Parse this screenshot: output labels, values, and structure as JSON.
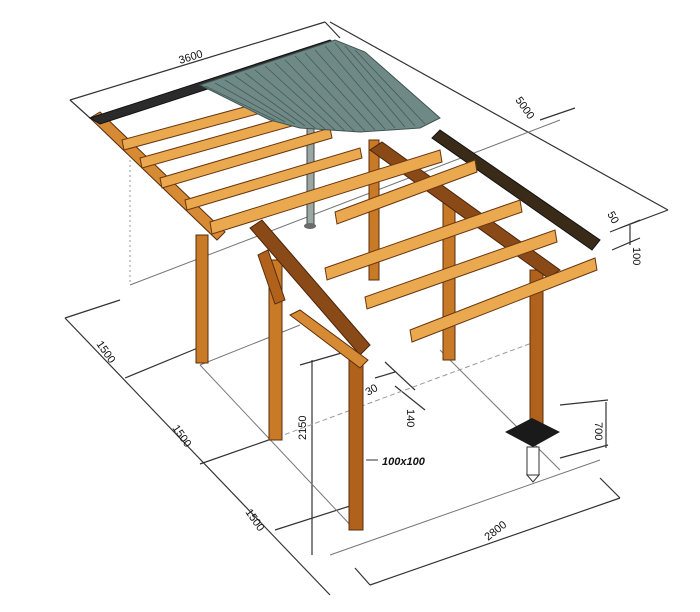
{
  "diagram": {
    "subject": "Lean-to wooden carport / pergola frame, isometric view",
    "colors": {
      "background": "#ffffff",
      "timber_light": "#e8a548",
      "timber_mid": "#c97a26",
      "timber_dark": "#7a3f12",
      "roof_sheet": "#6f8a86",
      "roof_sheet_dark": "#3f5551",
      "dimension_line": "#333333",
      "footing": "#1a1a1a"
    },
    "dimensions": {
      "top_width": "3600",
      "top_depth": "5000",
      "rafter_50": "50",
      "rafter_100": "100",
      "bay_1": "1500",
      "bay_2": "1500",
      "bay_3": "1500",
      "post_height": "2150",
      "post_section": "100x100",
      "brace_30": "30",
      "brace_140": "140",
      "footing_depth": "700",
      "base_width": "2800"
    }
  }
}
